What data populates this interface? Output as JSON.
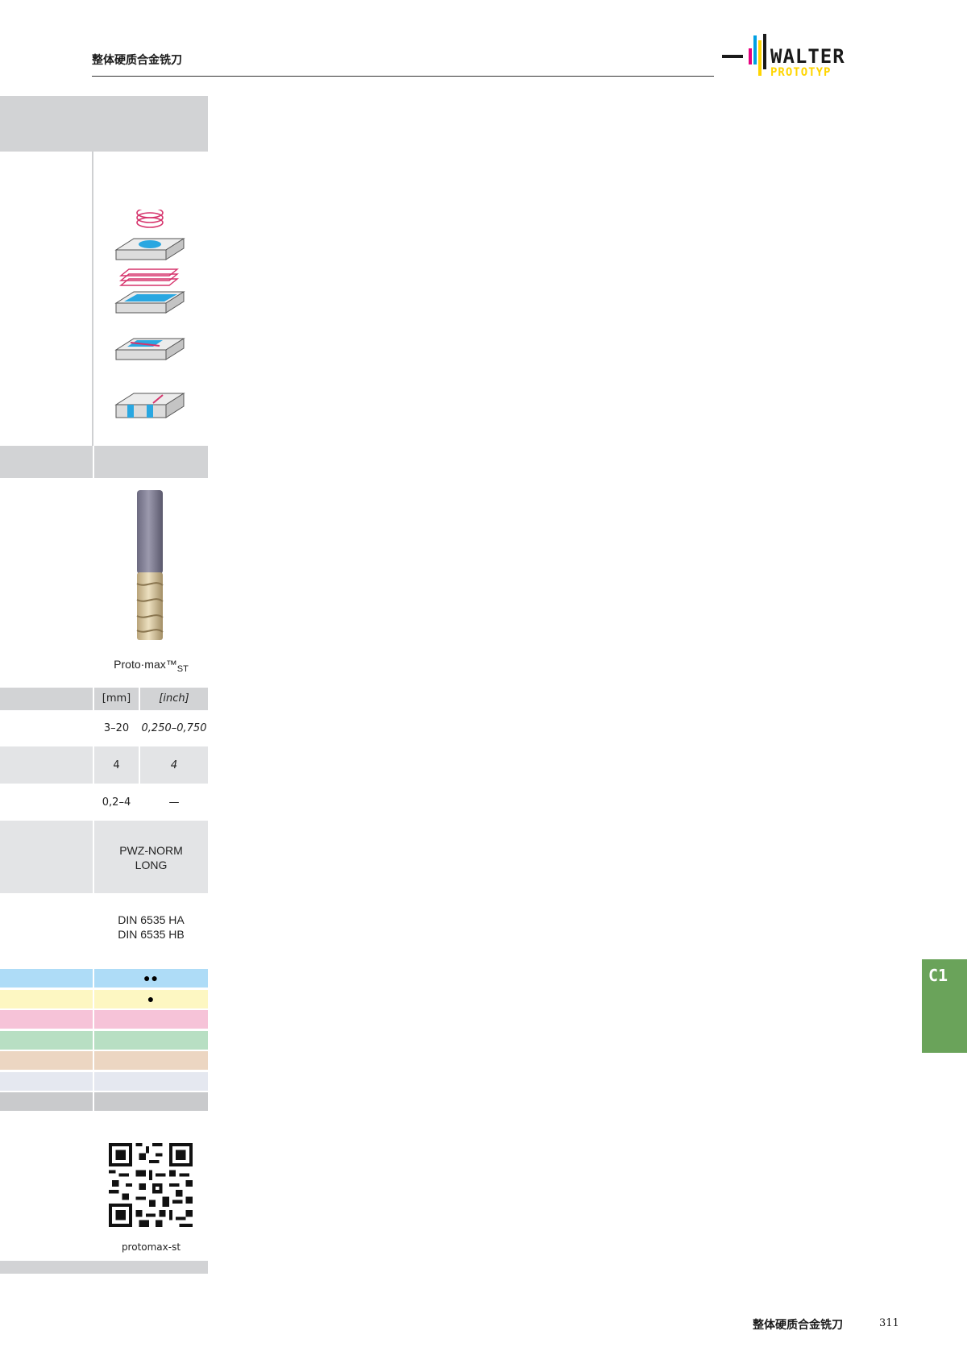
{
  "header": {
    "title": "整体硬质合金铣刀"
  },
  "logo": {
    "brand": "WALTER",
    "sub": "PROTOTYP",
    "colors": [
      "#e6007e",
      "#00a0e3",
      "#ffd500",
      "#1a1a1a"
    ]
  },
  "product": {
    "name": "Proto·max™",
    "name_sub": "ST"
  },
  "units": {
    "mm": "[mm]",
    "inch": "[inch]"
  },
  "rows": {
    "diameter": {
      "mm": "3–20",
      "inch": "0,250–0,750"
    },
    "flutes": {
      "mm": "4",
      "inch": "4"
    },
    "corner": {
      "mm": "0,2–4",
      "inch": "—"
    },
    "shank_standard": {
      "line1": "PWZ-NORM",
      "line2": "LONG"
    },
    "din": {
      "line1": "DIN 6535 HA",
      "line2": "DIN 6535 HB"
    }
  },
  "materials": [
    {
      "color": "#aedcf7",
      "mark": "●●"
    },
    {
      "color": "#fdf7c2",
      "mark": "●"
    },
    {
      "color": "#f6c3d8",
      "mark": ""
    },
    {
      "color": "#b8dfc3",
      "mark": ""
    },
    {
      "color": "#ecd6c2",
      "mark": ""
    },
    {
      "color": "#e5e8f0",
      "mark": ""
    },
    {
      "color": "#c9cacc",
      "mark": ""
    }
  ],
  "qr": {
    "caption": "protomax-st"
  },
  "section_tab": {
    "label": "C1"
  },
  "footer": {
    "title": "整体硬质合金铣刀",
    "page": "311"
  }
}
